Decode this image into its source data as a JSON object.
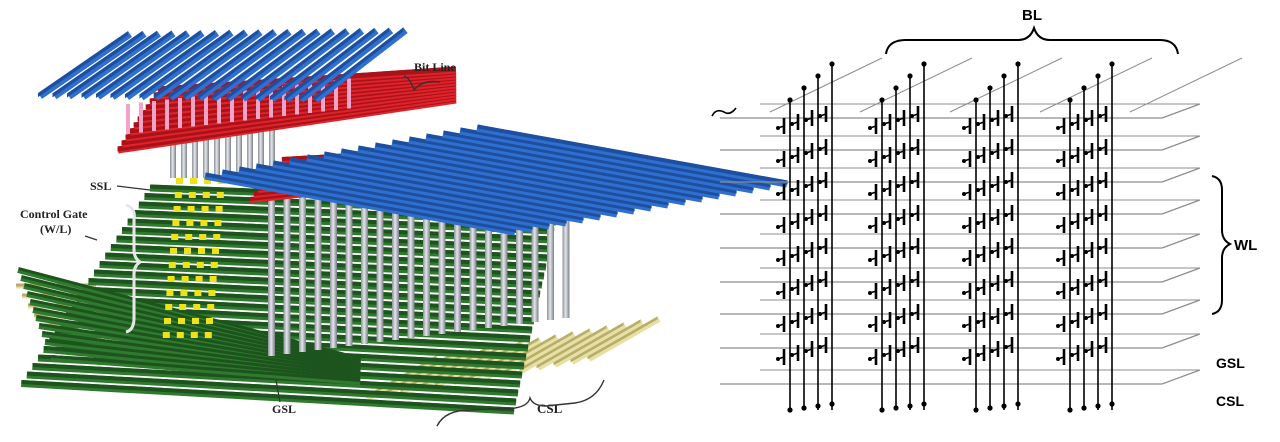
{
  "left_diagram": {
    "labels": {
      "bit_line": "Bit Line",
      "ssl": "SSL",
      "control_gate": "Control Gate",
      "control_gate_sub": "(W/L)",
      "gsl": "GSL",
      "csl": "CSL"
    },
    "colors": {
      "bit_line": "#2f6fd0",
      "bit_line_dark": "#1d4f9e",
      "select_line": "#e0222b",
      "select_line_dark": "#a8131a",
      "word_line": "#2f7a2f",
      "word_line_dark": "#1d531d",
      "pillar": "#b8bcc4",
      "pillar_dark": "#7d828b",
      "contact": "#f0e21a",
      "source_line": "#e7e0a4",
      "source_line_dark": "#b8ad6a",
      "bit_contact": "#f0a5c8"
    }
  },
  "right_diagram": {
    "labels": {
      "bl": "BL",
      "wl": "WL",
      "gsl": "GSL",
      "csl": "CSL"
    },
    "colors": {
      "line": "#000000",
      "plane": "#8d8d8d"
    }
  }
}
